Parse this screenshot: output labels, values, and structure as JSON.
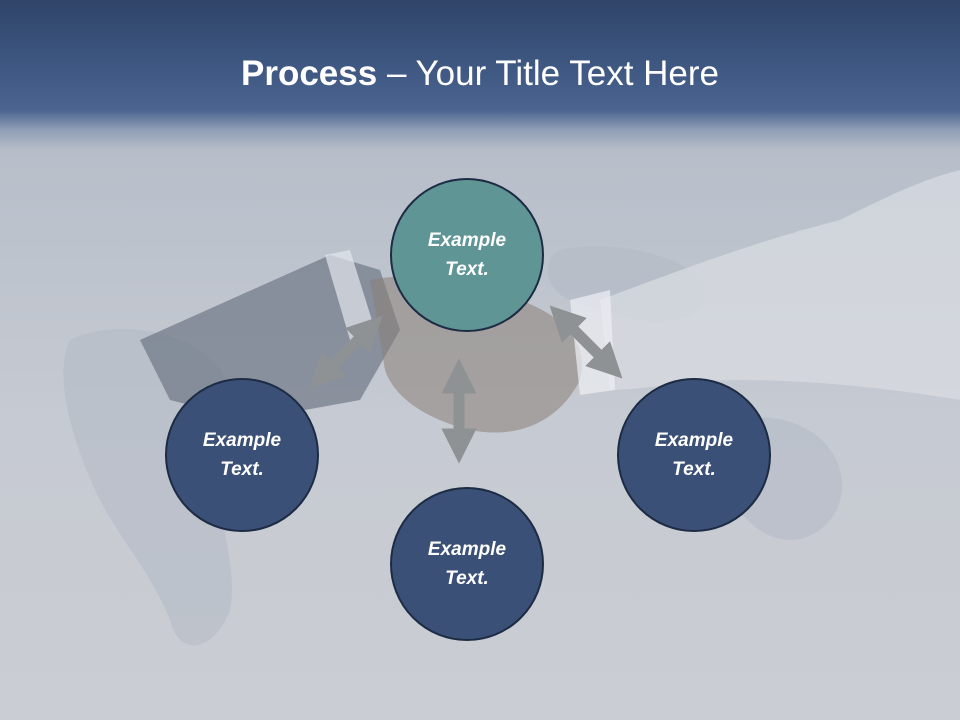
{
  "title": {
    "bold": "Process",
    "rest": " – Your Title Text Here"
  },
  "nodes": [
    {
      "id": "top",
      "line1": "Example",
      "line2": "Text."
    },
    {
      "id": "left",
      "line1": "Example",
      "line2": "Text."
    },
    {
      "id": "right",
      "line1": "Example",
      "line2": "Text."
    },
    {
      "id": "bottom",
      "line1": "Example",
      "line2": "Text."
    }
  ],
  "colors": {
    "header": "#3d5680",
    "node_blue": "#3b5077",
    "node_teal": "#5f9595",
    "arrow": "#8f9294"
  },
  "background_image": "handshake-over-world-map"
}
